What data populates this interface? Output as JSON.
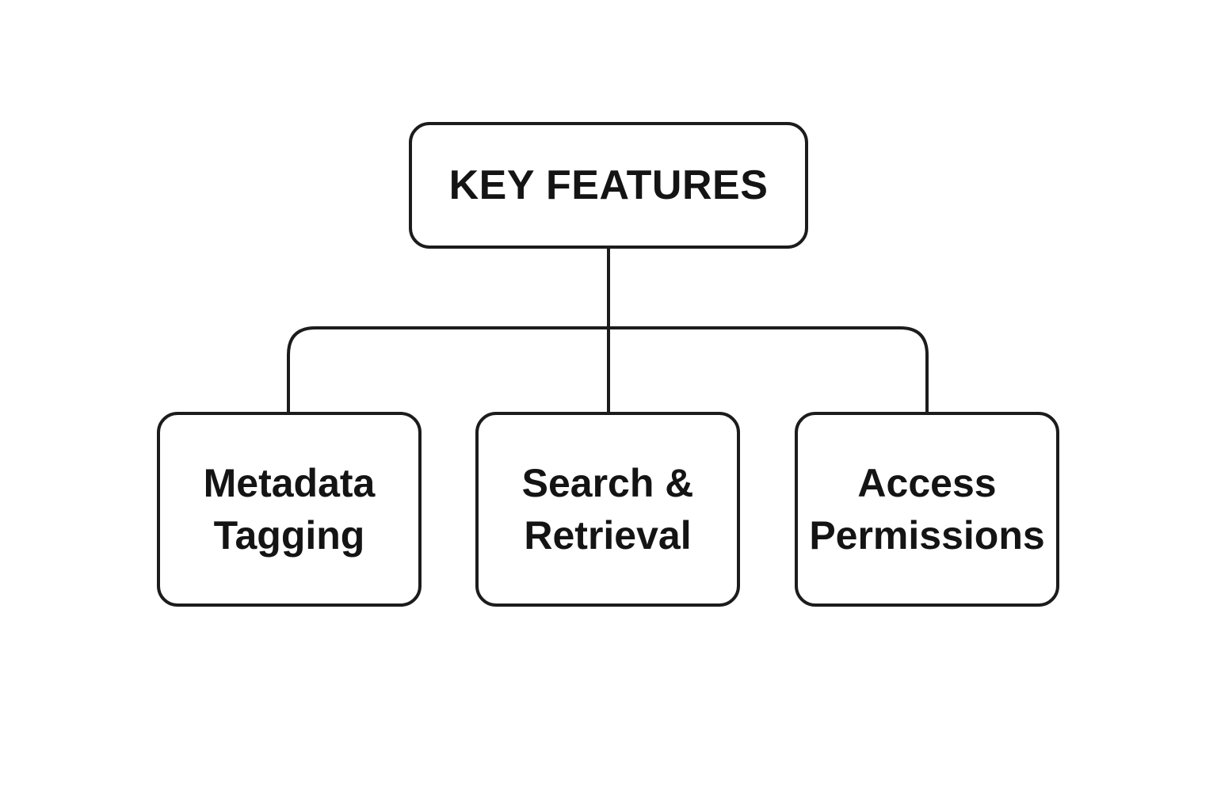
{
  "diagram": {
    "root": {
      "label": "KEY FEATURES"
    },
    "children": [
      {
        "id": "metadata-tagging",
        "lines": [
          "Metadata",
          "Tagging"
        ]
      },
      {
        "id": "search-retrieval",
        "lines": [
          "Search &",
          "Retrieval"
        ]
      },
      {
        "id": "access-permissions",
        "lines": [
          "Access",
          "Permissions"
        ]
      }
    ],
    "colors": {
      "stroke": "#1c1c1c",
      "text": "#141414",
      "background": "#ffffff"
    }
  }
}
